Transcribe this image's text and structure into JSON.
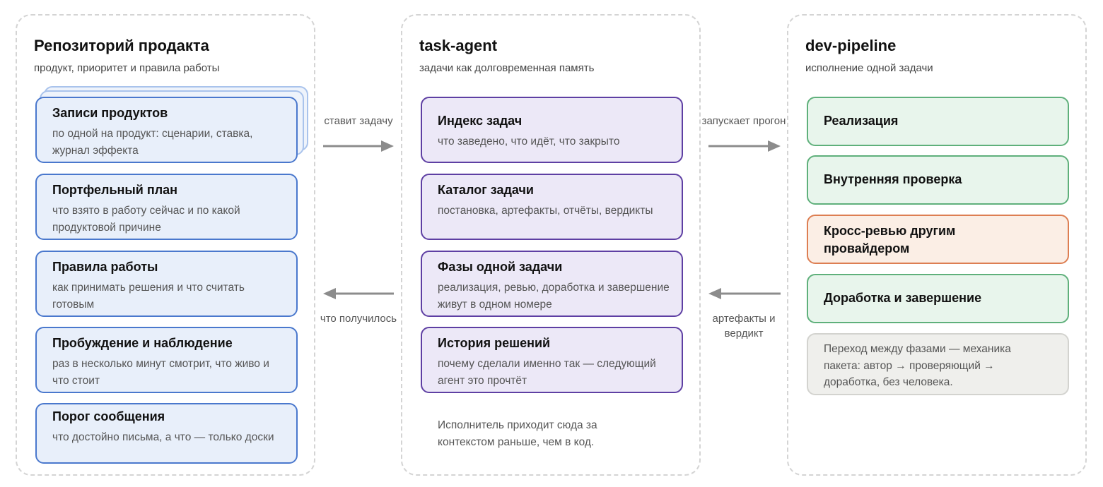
{
  "left_panel": {
    "title": "Репозиторий продакта",
    "subtitle": "продукт, приоритет и правила работы",
    "cards": [
      {
        "title": "Записи продуктов",
        "desc": "по одной на продукт: сценарии, ставка, журнал эффекта"
      },
      {
        "title": "Портфельный план",
        "desc": "что взято в работу сейчас и по какой продуктовой причине"
      },
      {
        "title": "Правила работы",
        "desc": "как принимать решения и что считать готовым"
      },
      {
        "title": "Пробуждение и наблюдение",
        "desc": "раз в несколько минут смотрит, что живо и что стоит"
      },
      {
        "title": "Порог сообщения",
        "desc": "что достойно письма, а что — только доски"
      }
    ]
  },
  "middle_panel": {
    "title": "task-agent",
    "subtitle": "задачи как долговременная память",
    "cards": [
      {
        "title": "Индекс задач",
        "desc": "что заведено, что идёт, что закрыто"
      },
      {
        "title": "Каталог задачи",
        "desc": "постановка, артефакты, отчёты, вердикты"
      },
      {
        "title": "Фазы одной задачи",
        "desc": "реализация, ревью, доработка и завершение живут в одном номере"
      },
      {
        "title": "История решений",
        "desc": "почему сделали именно так — следующий агент это прочтёт"
      }
    ],
    "note": "Исполнитель приходит сюда за контекстом раньше, чем в код."
  },
  "right_panel": {
    "title": "dev-pipeline",
    "subtitle": "исполнение одной задачи",
    "cards": [
      {
        "title": "Реализация",
        "color": "#5fb07b"
      },
      {
        "title": "Внутренняя проверка",
        "color": "#5fb07b"
      },
      {
        "title": "Кросс-ревью другим провайдером",
        "color": "#dd7e52"
      },
      {
        "title": "Доработка и завершение",
        "color": "#5fb07b"
      }
    ],
    "note": "Переход между фазами — механика пакета: автор → проверяющий → доработка, без человека."
  },
  "arrows": {
    "left_to_middle": "ставит задачу",
    "middle_to_left": "что получилось",
    "middle_to_right": "запускает прогон",
    "right_to_middle": "артефакты и вердикт"
  },
  "colors": {
    "blue": "#4a78cd",
    "purple": "#5e3fa3",
    "green": "#5fb07b",
    "orange": "#dd7e52",
    "arrow": "#8c8c8c"
  }
}
